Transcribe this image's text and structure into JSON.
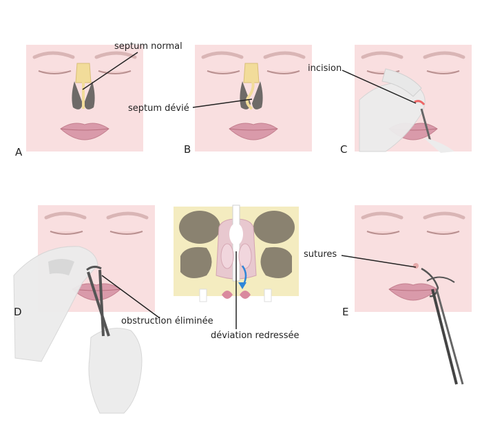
{
  "panels": {
    "a": {
      "letter": "A"
    },
    "b": {
      "letter": "B"
    },
    "c": {
      "letter": "C"
    },
    "d": {
      "letter": "D"
    },
    "e": {
      "letter": "E"
    }
  },
  "labels": {
    "septum_normal": "septum normal",
    "septum_devie": "septum dévié",
    "incision": "incision",
    "obstruction": "obstruction éliminée",
    "deviation": "déviation redressée",
    "sutures": "sutures"
  },
  "colors": {
    "skin": "#f9dfe0",
    "lips": "#d99aaa",
    "septum_cartilage": "#f2dc9a",
    "nasal_passage": "#6e6a68",
    "sinus_bone": "#f4ecc0",
    "sinus_dark": "#8a8270",
    "arrow": "#2f86d8",
    "glove": "#ececec"
  }
}
